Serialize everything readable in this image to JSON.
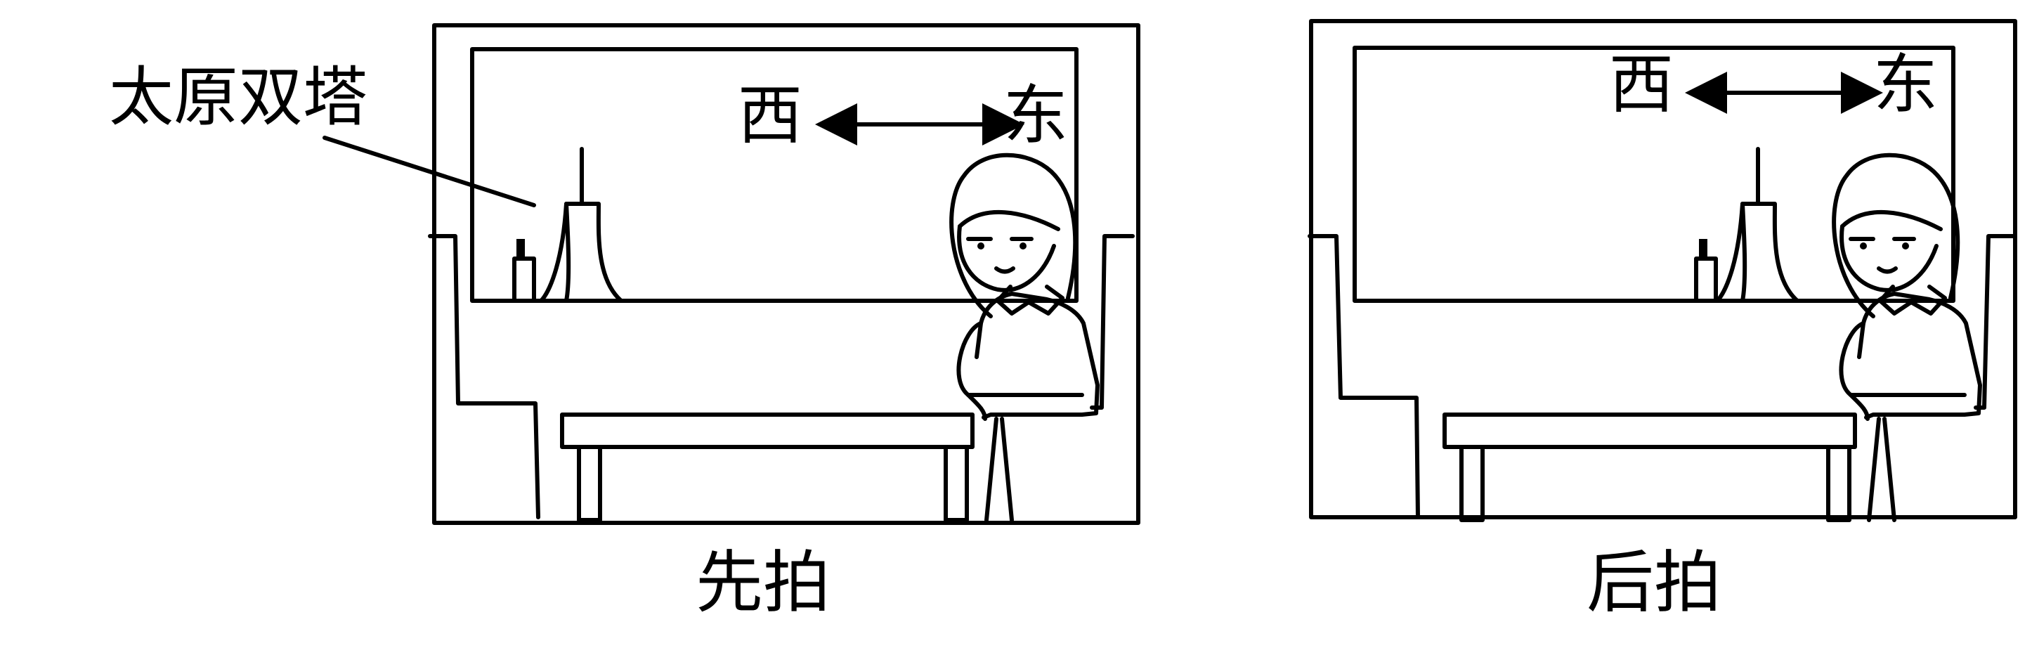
{
  "labels": {
    "building": "太原双塔",
    "west": "西",
    "east": "东",
    "panel_before": "先拍",
    "panel_after": "后拍"
  },
  "panels": [
    {
      "id": "before",
      "caption": "先拍",
      "west": "西",
      "east": "东"
    },
    {
      "id": "after",
      "caption": "后拍",
      "west": "西",
      "east": "东"
    }
  ]
}
